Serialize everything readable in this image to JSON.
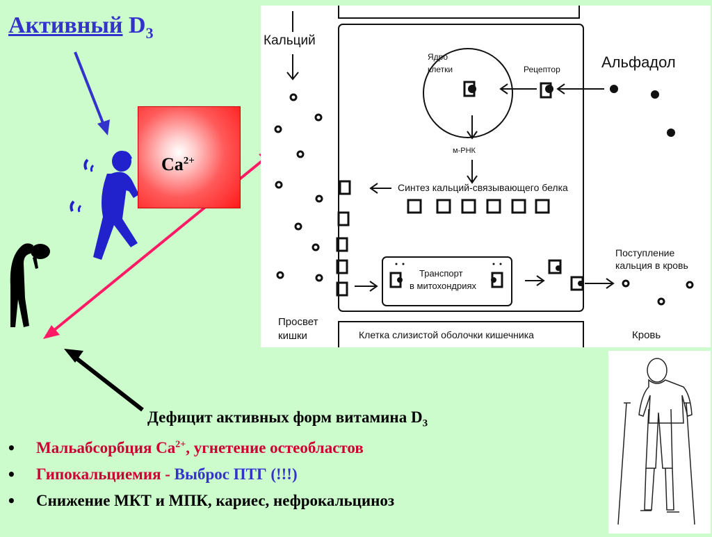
{
  "title": {
    "text": "Активный",
    "d": "D",
    "sub": "3"
  },
  "ca_box": {
    "label": "Ca",
    "sup": "2+"
  },
  "diagram": {
    "calcium_label": "Кальций",
    "nucleus_label_1": "Ядро",
    "nucleus_label_2": "клетки",
    "receptor_label": "Рецептор",
    "alfadol_label": "Альфадол",
    "mrna_label": "м-РНК",
    "synthesis_label": "Синтез кальций-связывающего белка",
    "transport_label_1": "Транспорт",
    "transport_label_2": "в митохондриях",
    "blood_supply_label_1": "Поступление",
    "blood_supply_label_2": "кальция в кровь",
    "lumen_label_1": "Просвет",
    "lumen_label_2": "кишки",
    "cell_label": "Клетка слизистой оболочки кишечника",
    "blood_label": "Кровь"
  },
  "deficit": {
    "text": "Дефицит активных форм витамина D",
    "sub": "3"
  },
  "bullets": [
    {
      "pre": "Мальабсорбция Ca",
      "sup": "2+",
      "post": ", угнетение остеобластов"
    },
    {
      "red": "Гипокальциемия - ",
      "blue": "Выброс ПТГ (!!!)"
    },
    {
      "text": "Снижение МКТ и МПК, кариес, нефрокальциноз"
    }
  ],
  "colors": {
    "background": "#ccfccc",
    "title_blue": "#3333cc",
    "bullet_red": "#cc0033",
    "arrow_pink": "#ff1a66",
    "ca_red": "#ff1a1a"
  }
}
